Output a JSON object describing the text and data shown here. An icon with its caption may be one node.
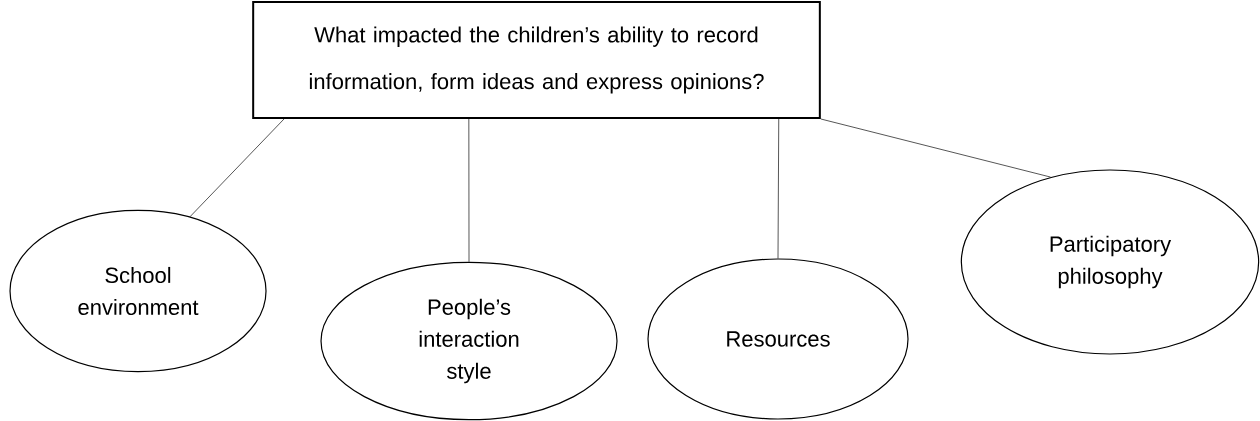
{
  "diagram": {
    "nodes": [
      {
        "text": [
          "What impacted the children’s ability to record information, form ideas and express opinions?"
        ]
      },
      {
        "text": [
          "School environment"
        ]
      },
      {
        "text": [
          "People’s interaction style"
        ]
      },
      {
        "text": [
          "Resources"
        ]
      },
      {
        "text": [
          "Participatory philosophy"
        ]
      }
    ],
    "edges": [
      {
        "from": 0,
        "to": 1,
        "arrow": "none"
      },
      {
        "from": 0,
        "to": 2,
        "arrow": "none"
      },
      {
        "from": 0,
        "to": 3,
        "arrow": "none"
      },
      {
        "from": 0,
        "to": 4,
        "arrow": "none"
      }
    ]
  }
}
